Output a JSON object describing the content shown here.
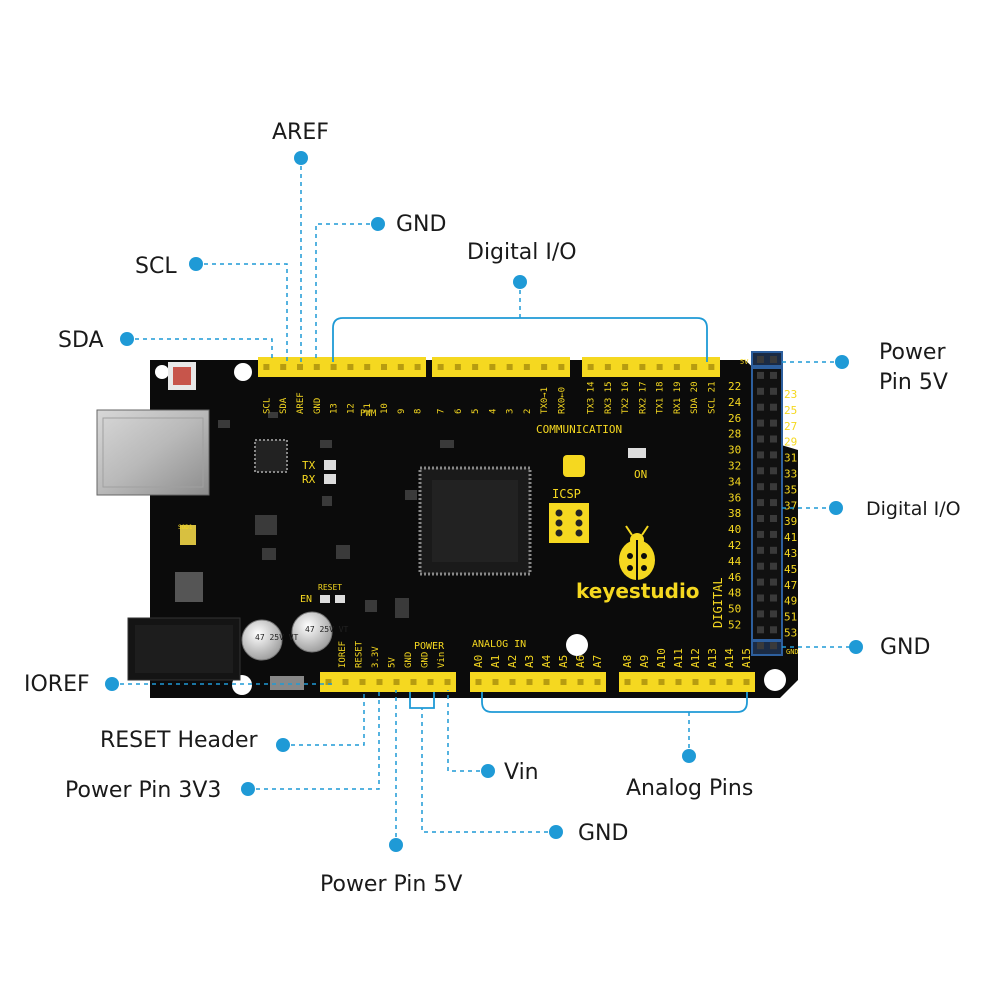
{
  "callouts": {
    "aref": "AREF",
    "gnd_top": "GND",
    "digital_io_top": "Digital I/O",
    "scl": "SCL",
    "sda": "SDA",
    "power_5v_right_line1": "Power",
    "power_5v_right_line2": "Pin 5V",
    "digital_io_right": "Digital I/O",
    "gnd_right": "GND",
    "ioref": "IOREF",
    "reset_header": "RESET Header",
    "power_3v3": "Power Pin 3V3",
    "vin": "Vin",
    "analog_pins": "Analog Pins",
    "gnd_bottom": "GND",
    "power_5v_bottom": "Power Pin 5V"
  },
  "board": {
    "brand": "keyestudio",
    "top_header_labels": [
      "SCL",
      "SDA",
      "AREF",
      "GND",
      "13",
      "12",
      "11",
      "10",
      "9",
      "8",
      "7",
      "6",
      "5",
      "4",
      "3",
      "2",
      "TX0→1",
      "RX0←0",
      "TX3 14",
      "RX3 15",
      "TX2 16",
      "RX2 17",
      "TX1 18",
      "RX1 19",
      "SDA 20",
      "SCL 21"
    ],
    "pwm_label": "PWM",
    "communication_label": "COMMUNICATION",
    "icsp_label": "ICSP",
    "on_label": "ON",
    "tx_label": "TX",
    "rx_label": "RX",
    "reset_label": "RESET",
    "en_label": "EN",
    "digital_label": "DIGITAL",
    "right_left_numbers": [
      "22",
      "24",
      "26",
      "28",
      "30",
      "32",
      "34",
      "36",
      "38",
      "40",
      "42",
      "44",
      "46",
      "48",
      "50",
      "52"
    ],
    "right_right_numbers": [
      "23",
      "25",
      "27",
      "29",
      "31",
      "33",
      "35",
      "37",
      "39",
      "41",
      "43",
      "45",
      "47",
      "49",
      "51",
      "53"
    ],
    "right_top_label": "5V",
    "right_bottom_label": "GND",
    "power_label": "POWER",
    "power_pins": [
      "IOREF",
      "RESET",
      "3.3V",
      "5V",
      "GND",
      "GND",
      "Vin"
    ],
    "analog_in_label": "ANALOG IN",
    "analog_pins": [
      "A0",
      "A1",
      "A2",
      "A3",
      "A4",
      "A5",
      "A6",
      "A7",
      "A8",
      "A9",
      "A10",
      "A11",
      "A12",
      "A13",
      "A14",
      "A15"
    ],
    "cap_label_1": "47 25V VT",
    "cap_label_2": "47 25V VT",
    "diode_label": "SOD1"
  },
  "colors": {
    "board": "#0b0b0b",
    "header": "#f5d820",
    "silk": "#f5d820",
    "callout_dot": "#1f9ad6",
    "callout_line": "#1f9ad6"
  }
}
